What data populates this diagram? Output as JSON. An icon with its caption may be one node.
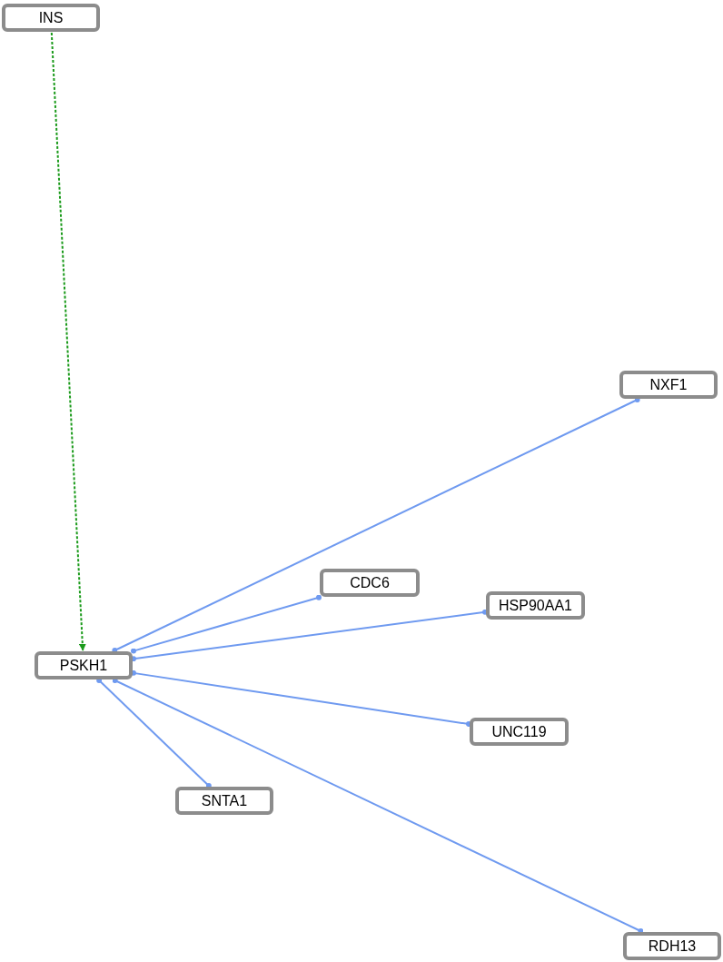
{
  "diagram": {
    "nodes": [
      {
        "text": [
          "INS"
        ]
      },
      {
        "text": [
          "NXF1"
        ]
      },
      {
        "text": [
          "CDC6"
        ]
      },
      {
        "text": [
          "HSP90AA1"
        ]
      },
      {
        "text": [
          "PSKH1"
        ]
      },
      {
        "text": [
          "UNC119"
        ]
      },
      {
        "text": [
          "SNTA1"
        ]
      },
      {
        "text": [
          "RDH13"
        ]
      }
    ],
    "edges": [
      {
        "from": 0,
        "to": 4,
        "arrow": "to",
        "style": "dashed",
        "color": "#1a9a1a"
      },
      {
        "from": 4,
        "to": 1,
        "arrow": "other"
      },
      {
        "from": 4,
        "to": 2,
        "arrow": "other"
      },
      {
        "from": 4,
        "to": 3,
        "arrow": "other"
      },
      {
        "from": 4,
        "to": 5,
        "arrow": "other"
      },
      {
        "from": 4,
        "to": 6,
        "arrow": "other"
      },
      {
        "from": 4,
        "to": 7,
        "arrow": "other"
      }
    ]
  }
}
